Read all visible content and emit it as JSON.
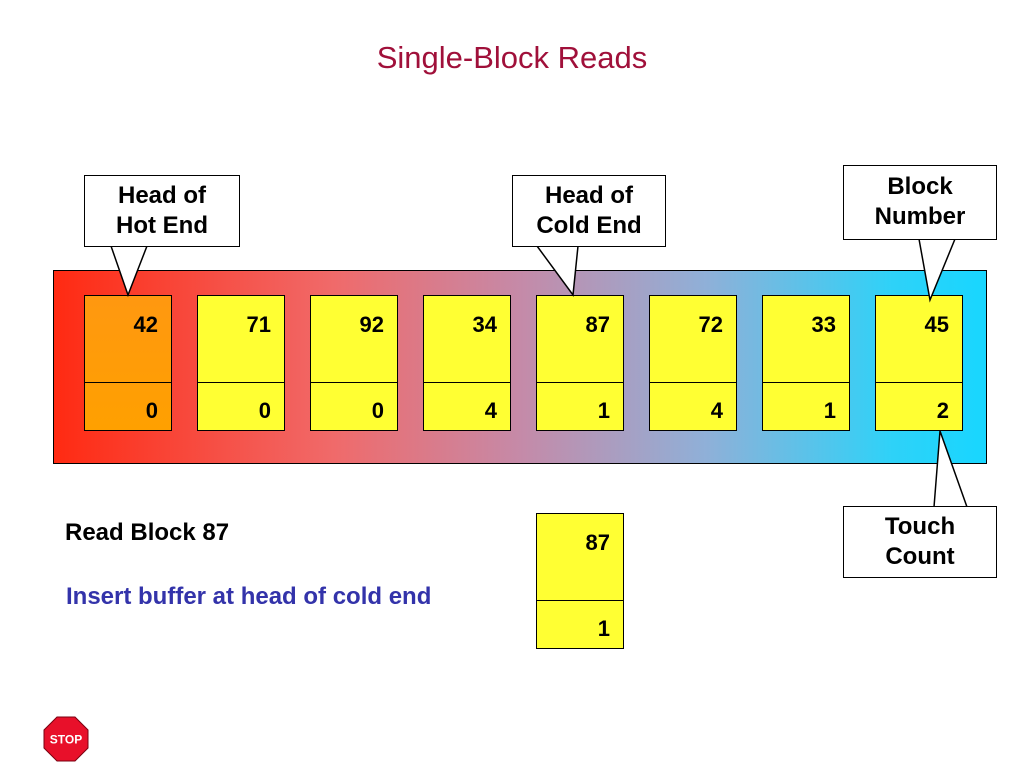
{
  "title": "Single-Block Reads",
  "buffers": [
    {
      "block": "42",
      "touch": "0",
      "style": "hot"
    },
    {
      "block": "71",
      "touch": "0",
      "style": "normal"
    },
    {
      "block": "92",
      "touch": "0",
      "style": "normal"
    },
    {
      "block": "34",
      "touch": "4",
      "style": "normal"
    },
    {
      "block": "87",
      "touch": "1",
      "style": "normal"
    },
    {
      "block": "72",
      "touch": "4",
      "style": "normal"
    },
    {
      "block": "33",
      "touch": "1",
      "style": "normal"
    },
    {
      "block": "45",
      "touch": "2",
      "style": "normal"
    }
  ],
  "callouts": {
    "hot_head": [
      "Head of",
      "Hot End"
    ],
    "cold_head": [
      "Head of",
      "Cold End"
    ],
    "block_number": [
      "Block",
      "Number"
    ],
    "touch_count": [
      "Touch",
      "Count"
    ]
  },
  "read": {
    "label": "Read Block 87",
    "instruction": "Insert buffer at head of cold end",
    "buffer": {
      "block": "87",
      "touch": "1"
    }
  },
  "stop_sign": {
    "label": "STOP",
    "color": "#e8102a"
  },
  "colors": {
    "title": "#a0103a",
    "buffer": "#ffff33",
    "hot_buffer": "#ff9810",
    "instruction": "#3333aa"
  }
}
